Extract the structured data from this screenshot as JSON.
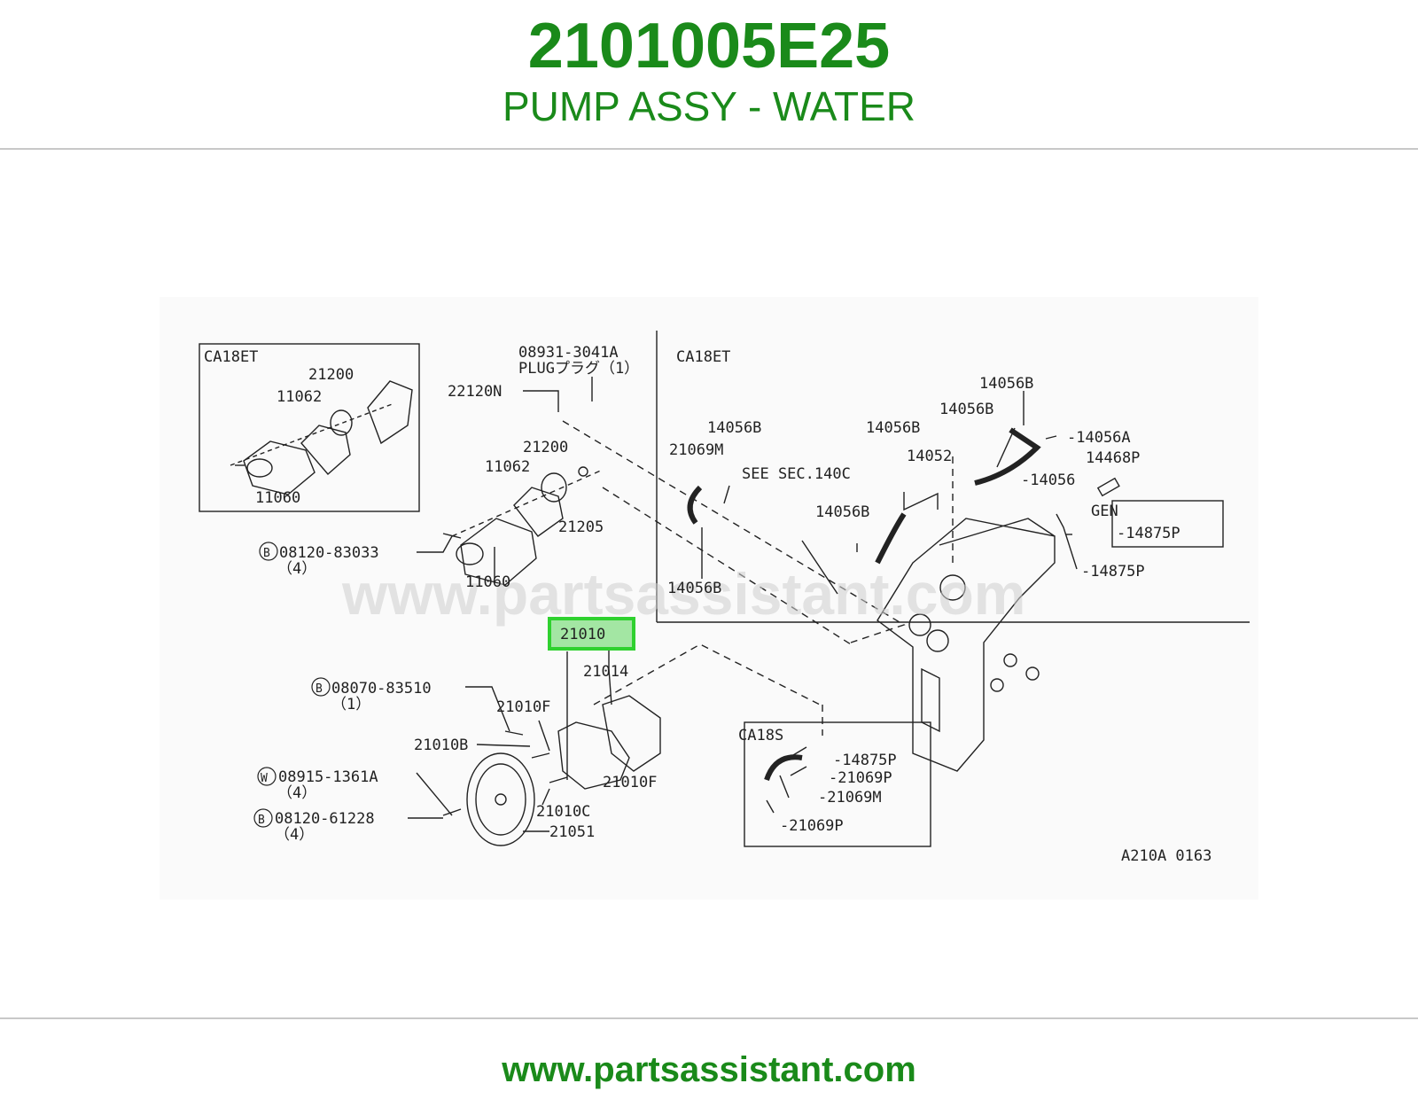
{
  "header": {
    "part_number": "2101005E25",
    "part_name": "PUMP ASSY - WATER",
    "accent_color": "#1a8a1a"
  },
  "footer": {
    "url": "www.partsassistant.com"
  },
  "diagram": {
    "watermark": "www.partsassistant.com",
    "highlight_color": "#2fd12f",
    "highlight_label": "21010",
    "figure_code": "A210A 0163",
    "labels": {
      "ca18et_inset": "CA18ET",
      "ca18et_main": "CA18ET",
      "ca18s": "CA18S",
      "gen": "GEN",
      "see_sec": "SEE SEC.140C",
      "plug_code": "08931-3041A",
      "plug_text": "PLUGプラグ（1）",
      "p22120N": "22120N",
      "p21200_a": "21200",
      "p11062_a": "11062",
      "p11060_a": "11060",
      "p21200_b": "21200",
      "p11062_b": "11062",
      "p21205": "21205",
      "p11060_b": "11060",
      "b08120_83033": "08120-83033",
      "qty4_a": "（4）",
      "p21014": "21014",
      "b08070_83510": "08070-83510",
      "qty1": "（1）",
      "p21010F_a": "21010F",
      "p21010B": "21010B",
      "w08915_1361A": "08915-1361A",
      "qty4_b": "（4）",
      "p21010F_b": "21010F",
      "b08120_61228": "08120-61228",
      "qty4_c": "（4）",
      "p21010C": "21010C",
      "p21051": "21051",
      "p21069M_a": "21069M",
      "p14056B_a": "14056B",
      "p14056B_b": "14056B",
      "p14056B_c": "14056B",
      "p14056B_d": "14056B",
      "p14056B_e": "14056B",
      "p14056B_f": "14056B",
      "p14052": "14052",
      "p14056A": "-14056A",
      "p14056": "-14056",
      "p14468P": "14468P",
      "p14875P_gen": "-14875P",
      "p14875P_a": "-14875P",
      "p14875P_b": "-14875P",
      "p21069P_a": "-21069P",
      "p21069M_b": "-21069M",
      "p21069P_b": "-21069P",
      "circ_b": "B",
      "circ_w": "W"
    }
  }
}
